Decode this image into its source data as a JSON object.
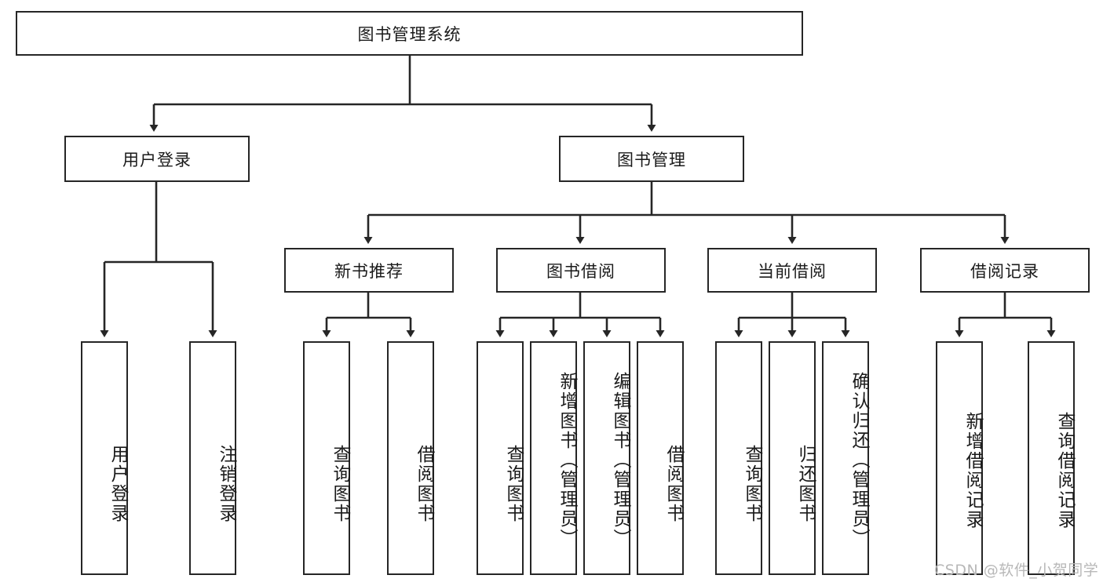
{
  "diagram": {
    "title": "图书管理系统",
    "type": "tree-hierarchy",
    "root": {
      "label": "图书管理系统"
    },
    "level2": [
      {
        "label": "用户登录"
      },
      {
        "label": "图书管理"
      }
    ],
    "level3": [
      {
        "label": "新书推荐"
      },
      {
        "label": "图书借阅"
      },
      {
        "label": "当前借阅"
      },
      {
        "label": "借阅记录"
      }
    ],
    "leaves": {
      "user_login": [
        {
          "label": "用户登录"
        },
        {
          "label": "注销登录"
        }
      ],
      "new_book_recommend": [
        {
          "label": "查询图书"
        },
        {
          "label": "借阅图书"
        }
      ],
      "book_borrow": [
        {
          "label": "查询图书"
        },
        {
          "label": "新增图书（管理员）"
        },
        {
          "label": "编辑图书（管理员）"
        },
        {
          "label": "借阅图书"
        }
      ],
      "current_borrow": [
        {
          "label": "查询图书"
        },
        {
          "label": "归还图书"
        },
        {
          "label": "确认归还（管理员）"
        }
      ],
      "borrow_record": [
        {
          "label": "新增借阅记录"
        },
        {
          "label": "查询借阅记录"
        }
      ]
    }
  },
  "watermark": {
    "text": "CSDN @软件_小贺同学"
  },
  "colors": {
    "stroke": "#262626",
    "background": "#ffffff",
    "text": "#1a1a1a",
    "watermark": "#b8b8b8"
  }
}
